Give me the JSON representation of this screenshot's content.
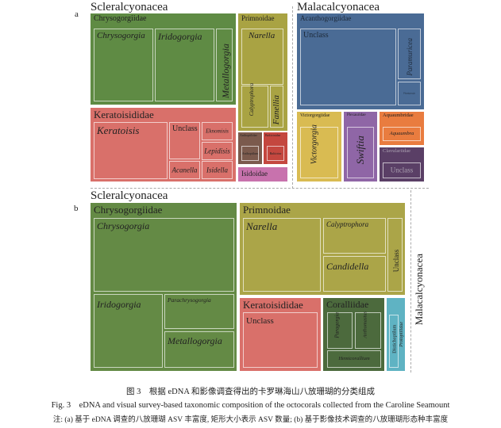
{
  "chart_data": [
    {
      "type": "treemap",
      "panel": "a",
      "groups": [
        {
          "order": "Scleralcyonacea",
          "families": [
            {
              "name": "Chrysogorgiidae",
              "color": "#5f8b44",
              "children": [
                "Chrysogorgia",
                "Iridogorgia",
                "Metallogorgia"
              ]
            },
            {
              "name": "Keratoisididae",
              "color": "#d9706a",
              "children": [
                "Keratoisis",
                "Unclass",
                "Eknomisis",
                "Lepidisis",
                "Acanella",
                "Isidella"
              ]
            },
            {
              "name": "Primnoidae",
              "color": "#a9a343",
              "children": [
                "Narella",
                "Calyptrophora",
                "Fanellia"
              ]
            },
            {
              "name": "Anthoptilidae",
              "color": "#7b5a4d",
              "children": [
                "Anthoptilum"
              ]
            },
            {
              "name": "Balticinidae",
              "color": "#c4473f",
              "children": [
                "Balticina"
              ]
            },
            {
              "name": "Isidoidae",
              "color": "#c872ad",
              "children": []
            }
          ]
        },
        {
          "order": "Malacalcyonacea",
          "families": [
            {
              "name": "Acanthogorgiidae",
              "color": "#4a6b95",
              "children": [
                "Unclass",
                "Paramuricea",
                "Plumigorgia"
              ]
            },
            {
              "name": "Victorgorgiidae",
              "color": "#d9bb52",
              "children": [
                "Victorgorgia"
              ]
            },
            {
              "name": "Plexauridae",
              "color": "#8f66a6",
              "children": [
                "Swiftia"
              ]
            },
            {
              "name": "Aquaumbridae",
              "color": "#e97c3f",
              "children": [
                "Aquaumbra"
              ]
            },
            {
              "name": "Clavulariidae",
              "color": "#5a3f66",
              "children": [
                "Unclass"
              ]
            }
          ]
        }
      ]
    },
    {
      "type": "treemap",
      "panel": "b",
      "groups": [
        {
          "order": "Scleralcyonacea",
          "families": [
            {
              "name": "Chrysogorgiidae",
              "color": "#648a45",
              "children": [
                "Chrysogorgia",
                "Iridogorgia",
                "Parachrysogorgia",
                "Metallogorgia"
              ]
            },
            {
              "name": "Primnoidae",
              "color": "#aba548",
              "children": [
                "Narella",
                "Calyptrophora",
                "Candidella",
                "Unclass"
              ]
            },
            {
              "name": "Keratoisididae",
              "color": "#d9706a",
              "children": [
                "Unclass"
              ]
            },
            {
              "name": "Coralliidae",
              "color": "#4c6a3d",
              "children": [
                "Paragorgia",
                "Anthomastus",
                "Hemicorallium"
              ]
            }
          ]
        },
        {
          "order": "Malacalcyonacea",
          "families": [
            {
              "name": "Protoptilidae",
              "color": "#5fb3c3",
              "children": [
                "Distichoptilum"
              ]
            }
          ]
        }
      ]
    }
  ],
  "caption": {
    "cn_title": "图 3　根据 eDNA 和影像调查得出的卡罗琳海山八放珊瑚的分类组成",
    "en_title": "Fig. 3　eDNA and visual survey-based taxonomic composition of the octocorals collected from the Caroline Seamount",
    "note": "注: (a) 基于 eDNA 调查的八放珊瑚 ASV 丰富度, 矩形大小表示 ASV 数量; (b) 基于影像技术调查的八放珊瑚形态种丰富度"
  }
}
